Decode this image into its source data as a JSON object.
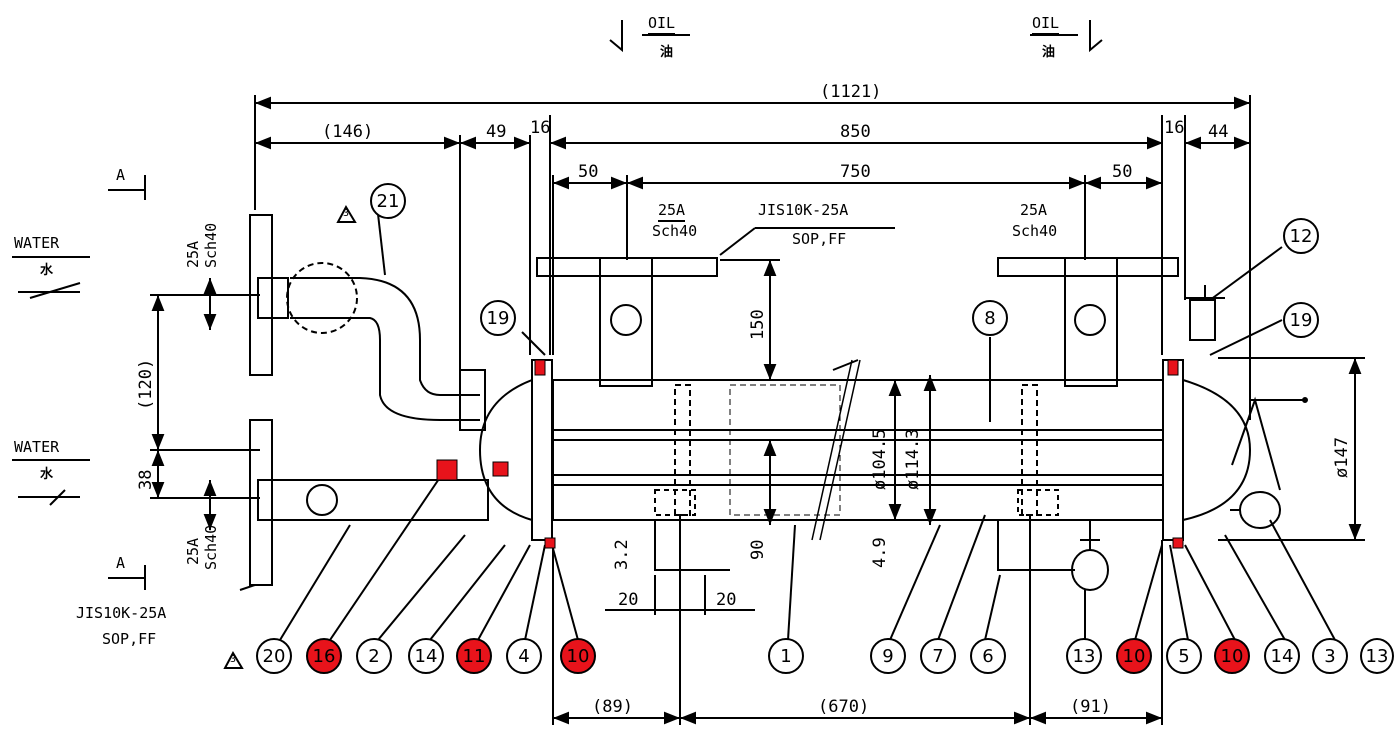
{
  "flow": {
    "oil_en": "OIL",
    "oil_jp": "油",
    "water_en": "WATER",
    "water_jp": "水"
  },
  "section_marker": "A",
  "revision_mark": "3",
  "dimensions": {
    "overall": "(1121)",
    "d146": "(146)",
    "d49": "49",
    "d16_left": "16",
    "d850": "850",
    "d16_right": "16",
    "d44": "44",
    "d50_left": "50",
    "d750": "750",
    "d50_right": "50",
    "d150": "150",
    "d120": "(120)",
    "d38": "38",
    "d104": "ø104.5",
    "d114": "ø114.3",
    "d147": "ø147",
    "d90": "90",
    "d4_9": "4.9",
    "d3_2": "3.2",
    "d20_left": "20",
    "d20_right": "20",
    "d89": "(89)",
    "d670": "(670)",
    "d91": "(91)"
  },
  "notes": {
    "nozzle_top_left_size": "25A",
    "nozzle_top_left_sch": "Sch40",
    "nozzle_top_right_size": "25A",
    "nozzle_top_right_sch": "Sch40",
    "flange_spec_top": "JIS10K-25A",
    "flange_type_top": "SOP,FF",
    "water_upper_size": "25A",
    "water_upper_sch": "Sch40",
    "water_lower_size": "25A",
    "water_lower_sch": "Sch40",
    "flange_spec_bottom": "JIS10K-25A",
    "flange_type_bottom": "SOP,FF"
  },
  "balloons_top": [
    {
      "id": "b21",
      "label": "21",
      "highlight": false
    },
    {
      "id": "b12",
      "label": "12",
      "highlight": false
    },
    {
      "id": "b19a",
      "label": "19",
      "highlight": false
    },
    {
      "id": "b8",
      "label": "8",
      "highlight": false
    },
    {
      "id": "b19b",
      "label": "19",
      "highlight": false
    }
  ],
  "balloons_bottom": [
    {
      "label": "20",
      "highlight": false
    },
    {
      "label": "16",
      "highlight": true
    },
    {
      "label": "2",
      "highlight": false
    },
    {
      "label": "14",
      "highlight": false
    },
    {
      "label": "11",
      "highlight": true
    },
    {
      "label": "4",
      "highlight": false
    },
    {
      "label": "10",
      "highlight": true
    },
    {
      "label": "1",
      "highlight": false
    },
    {
      "label": "9",
      "highlight": false
    },
    {
      "label": "7",
      "highlight": false
    },
    {
      "label": "6",
      "highlight": false
    },
    {
      "label": "13",
      "highlight": false
    },
    {
      "label": "10",
      "highlight": true
    },
    {
      "label": "5",
      "highlight": false
    },
    {
      "label": "10",
      "highlight": true
    },
    {
      "label": "14",
      "highlight": false
    },
    {
      "label": "3",
      "highlight": false
    },
    {
      "label": "13",
      "highlight": false
    }
  ],
  "colors": {
    "highlight_red": "#e8131b",
    "line": "#000000"
  }
}
